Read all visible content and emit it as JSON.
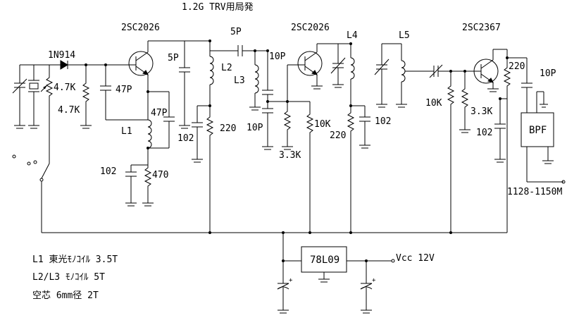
{
  "title": "1.2G TRV用局発",
  "transistors": {
    "q1": "2SC2026",
    "q2": "2SC2026",
    "q3": "2SC2367"
  },
  "diode": "1N914",
  "ic": "78L09",
  "filter": "BPF",
  "supply": "Vcc 12V",
  "output": "1128-1150M",
  "labels": {
    "r_4k7_a": "4.7K",
    "r_4k7_b": "4.7K",
    "c_47p_a": "47P",
    "c_47p_b": "47P",
    "l1": "L1",
    "c_102_a": "102",
    "r_470": "470",
    "c_5p_a": "5P",
    "l2": "L2",
    "c_102_b": "102",
    "r_220_a": "220",
    "c_5p_b": "5P",
    "c_10p_a": "10P",
    "l3": "L3",
    "c_10p_b": "10P",
    "r_3k3_a": "3.3K",
    "r_10k_a": "10K",
    "l4": "L4",
    "l5": "L5",
    "r_220_b": "220",
    "c_102_c": "102",
    "r_10k_b": "10K",
    "r_3k3_b": "3.3K",
    "c_102_d": "102",
    "r_220_c": "220",
    "c_10p_c": "10P"
  },
  "notes": [
    "L1 東光ﾓﾉｺｲﾙ  3.5T",
    "L2/L3 ﾓﾉｺｲﾙ 5T",
    "空芯  6mm径 2T"
  ]
}
